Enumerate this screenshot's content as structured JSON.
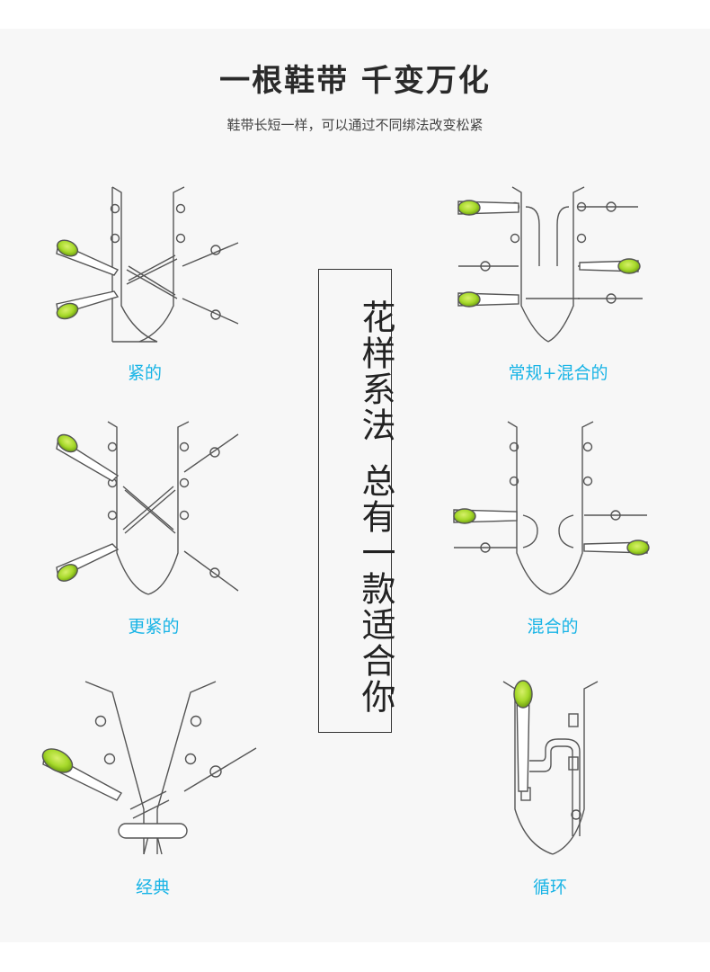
{
  "header": {
    "title": "一根鞋带 千变万化",
    "subtitle": "鞋带长短一样，可以通过不同绑法改变松紧"
  },
  "center_box": {
    "line1": "花样系法",
    "line2": "总有一款适合你"
  },
  "methods": [
    {
      "label": "紧的"
    },
    {
      "label": "常规+混合的"
    },
    {
      "label": "更紧的"
    },
    {
      "label": "混合的"
    },
    {
      "label": "经典"
    },
    {
      "label": "循环"
    }
  ],
  "colors": {
    "label": "#19b4e6",
    "aglet": "#a6d92a",
    "outline": "#555555"
  }
}
